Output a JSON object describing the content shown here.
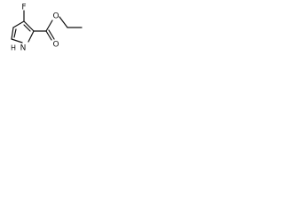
{
  "structure": {
    "atoms": {
      "fluorine": "F",
      "nitrogen_h": "H",
      "nitrogen": "N",
      "carbonyl_oxygen": "O",
      "ester_oxygen": "O"
    }
  }
}
